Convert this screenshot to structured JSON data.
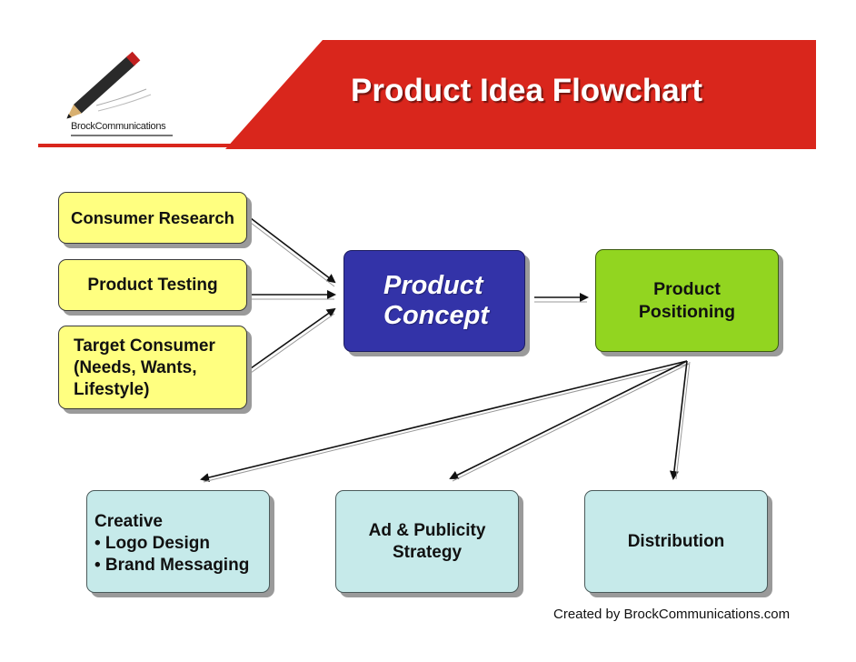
{
  "header": {
    "title": "Product Idea Flowchart",
    "logo_text": "BrockCommunications",
    "banner_color": "#d9261c"
  },
  "inputs": {
    "consumer_research": "Consumer Research",
    "product_testing": "Product Testing",
    "target_consumer": [
      "Target Consumer",
      "(Needs, Wants,",
      "Lifestyle)"
    ]
  },
  "concept": [
    "Product",
    "Concept"
  ],
  "positioning": [
    "Product",
    "Positioning"
  ],
  "outputs": {
    "creative": [
      "Creative",
      "• Logo Design",
      "• Brand Messaging"
    ],
    "ad_publicity": [
      "Ad & Publicity",
      "Strategy"
    ],
    "distribution": "Distribution"
  },
  "footer": {
    "credit": "Created by BrockCommunications.com"
  },
  "colors": {
    "input_box": "#ffff80",
    "concept_box": "#3333a8",
    "positioning_box": "#92d520",
    "output_box": "#c6eaea"
  }
}
